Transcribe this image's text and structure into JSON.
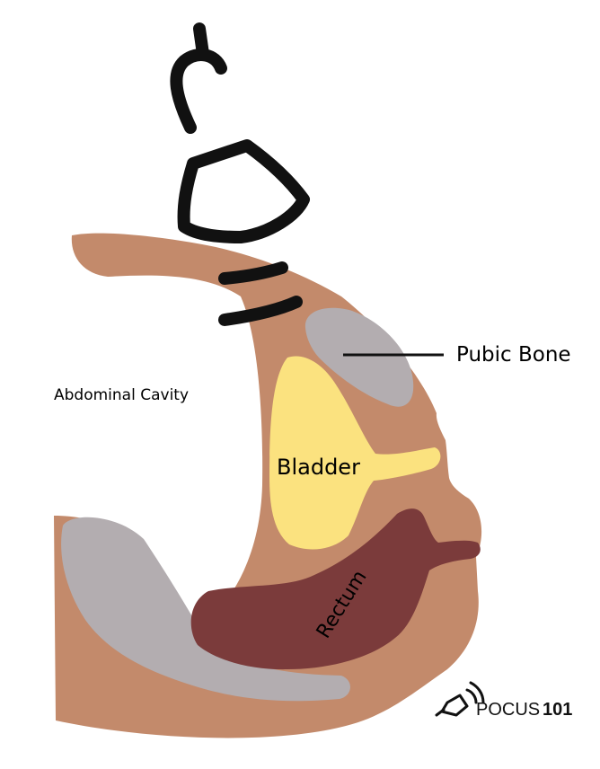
{
  "labels": {
    "pubic_bone": "Pubic Bone",
    "abdominal_cavity": "Abdominal Cavity",
    "bladder": "Bladder",
    "rectum": "Rectum"
  },
  "logo": {
    "word": "POCUS",
    "number": "101"
  },
  "colors": {
    "tissue": "#c38a6b",
    "bone": "#b3adb0",
    "bladder": "#fbe27f",
    "rectum": "#7b3b3b",
    "probe": "#111111",
    "background": "#ffffff"
  },
  "icons": {
    "probe": "ultrasound-probe-icon",
    "logo": "ultrasound-probe-logo-icon"
  }
}
